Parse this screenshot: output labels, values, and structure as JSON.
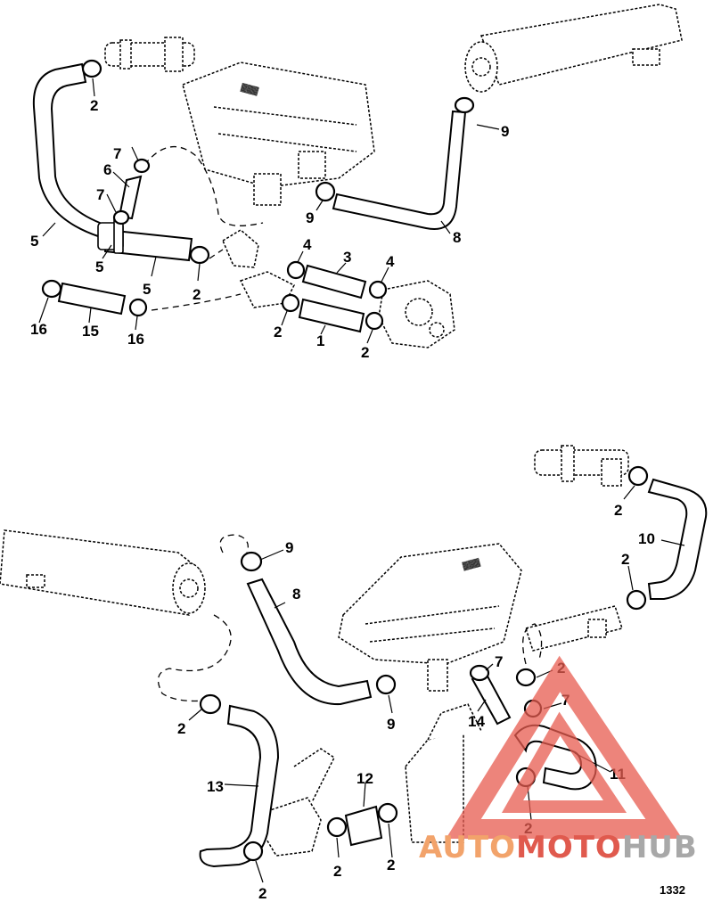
{
  "diagram": {
    "figure_number": "1332",
    "callouts": [
      "1",
      "2",
      "3",
      "4",
      "5",
      "6",
      "7",
      "8",
      "9",
      "10",
      "11",
      "12",
      "13",
      "14",
      "15",
      "16"
    ]
  },
  "watermark": {
    "text_part1": "AUTO",
    "text_part2": "MOTO",
    "text_part3": "HUB",
    "colors": {
      "accent": "#f2a36b",
      "red": "#e05a4e",
      "gray": "#a8a8a8",
      "triangle": "#e85c50"
    }
  }
}
